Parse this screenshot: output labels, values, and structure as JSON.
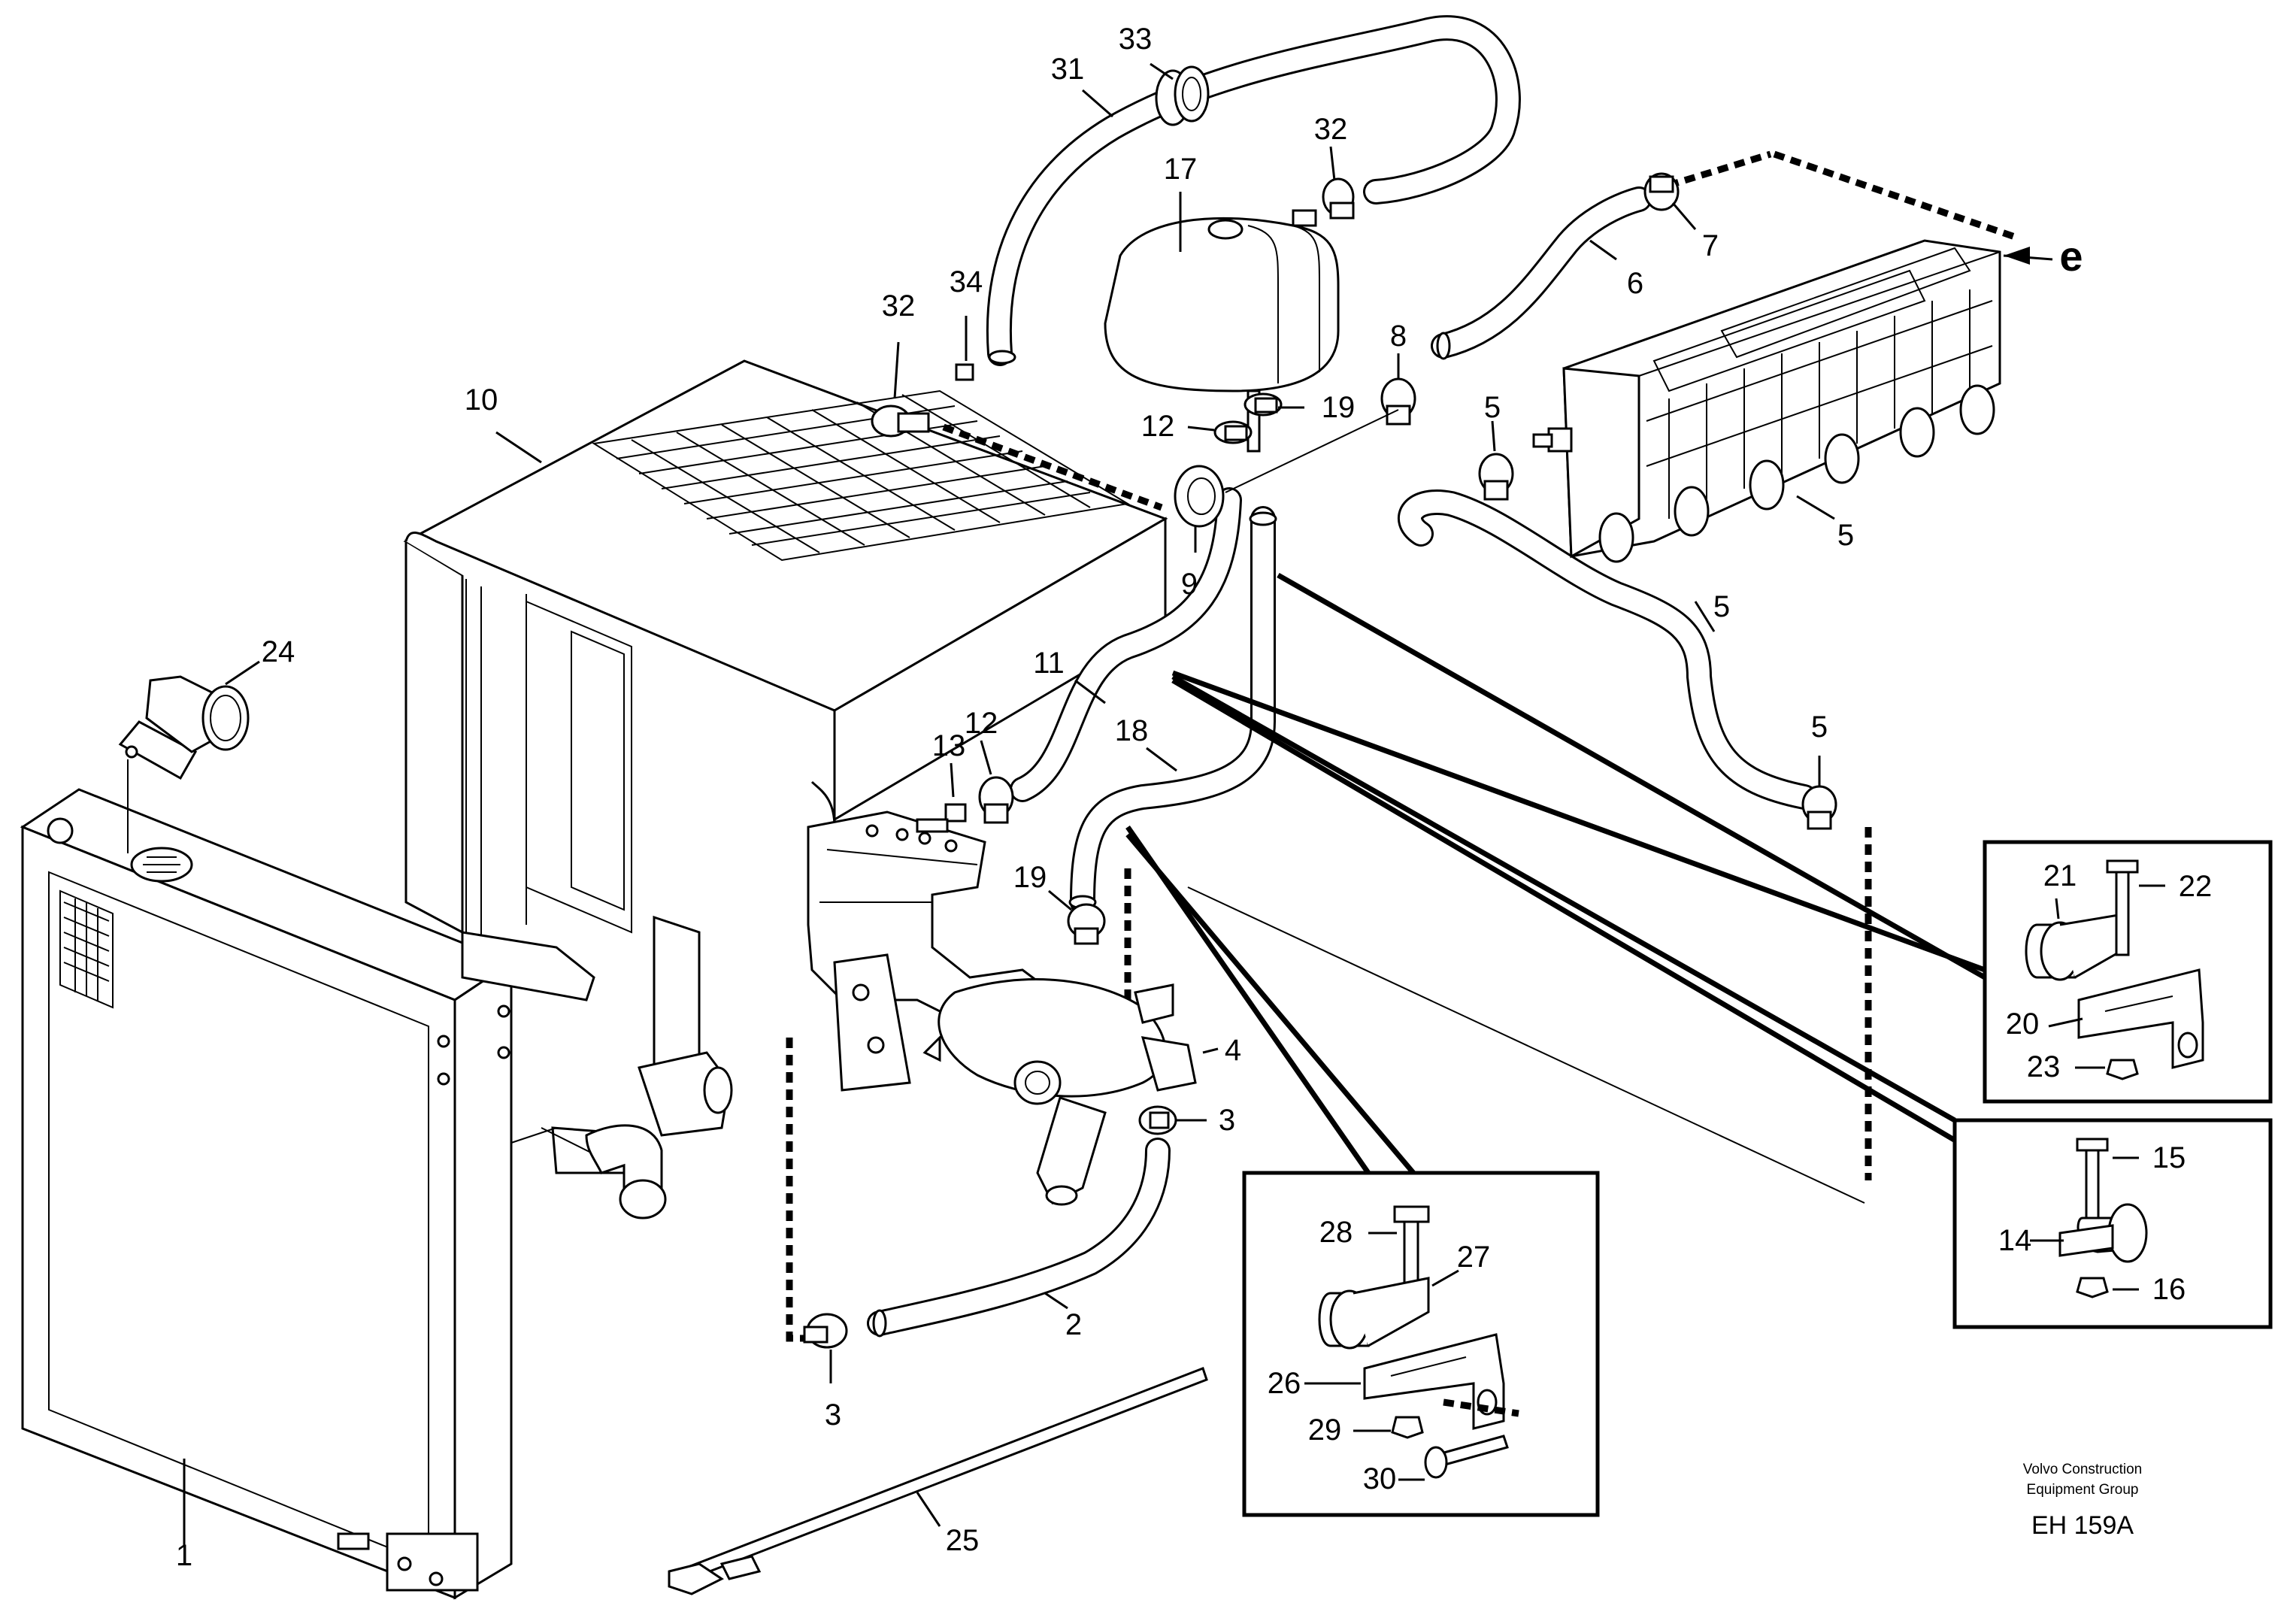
{
  "callouts": {
    "c1": "1",
    "c2": "2",
    "c3a": "3",
    "c3b": "3",
    "c4": "4",
    "c5a": "5",
    "c5b": "5",
    "c5c": "5",
    "c5d": "5",
    "c6": "6",
    "c7": "7",
    "c8": "8",
    "c9": "9",
    "c10": "10",
    "c11": "11",
    "c12a": "12",
    "c12b": "12",
    "c13": "13",
    "c14": "14",
    "c15": "15",
    "c16": "16",
    "c17": "17",
    "c18": "18",
    "c19a": "19",
    "c19b": "19",
    "c20": "20",
    "c21": "21",
    "c22": "22",
    "c23": "23",
    "c24": "24",
    "c25": "25",
    "c26": "26",
    "c27": "27",
    "c28": "28",
    "c29": "29",
    "c30": "30",
    "c31": "31",
    "c32a": "32",
    "c32b": "32",
    "c33": "33",
    "c34": "34"
  },
  "view_marker": "e",
  "credit": {
    "line1": "Volvo Construction",
    "line2": "Equipment Group",
    "code": "EH 159A"
  },
  "colors": {
    "ink": "#000000",
    "paper": "#ffffff"
  }
}
